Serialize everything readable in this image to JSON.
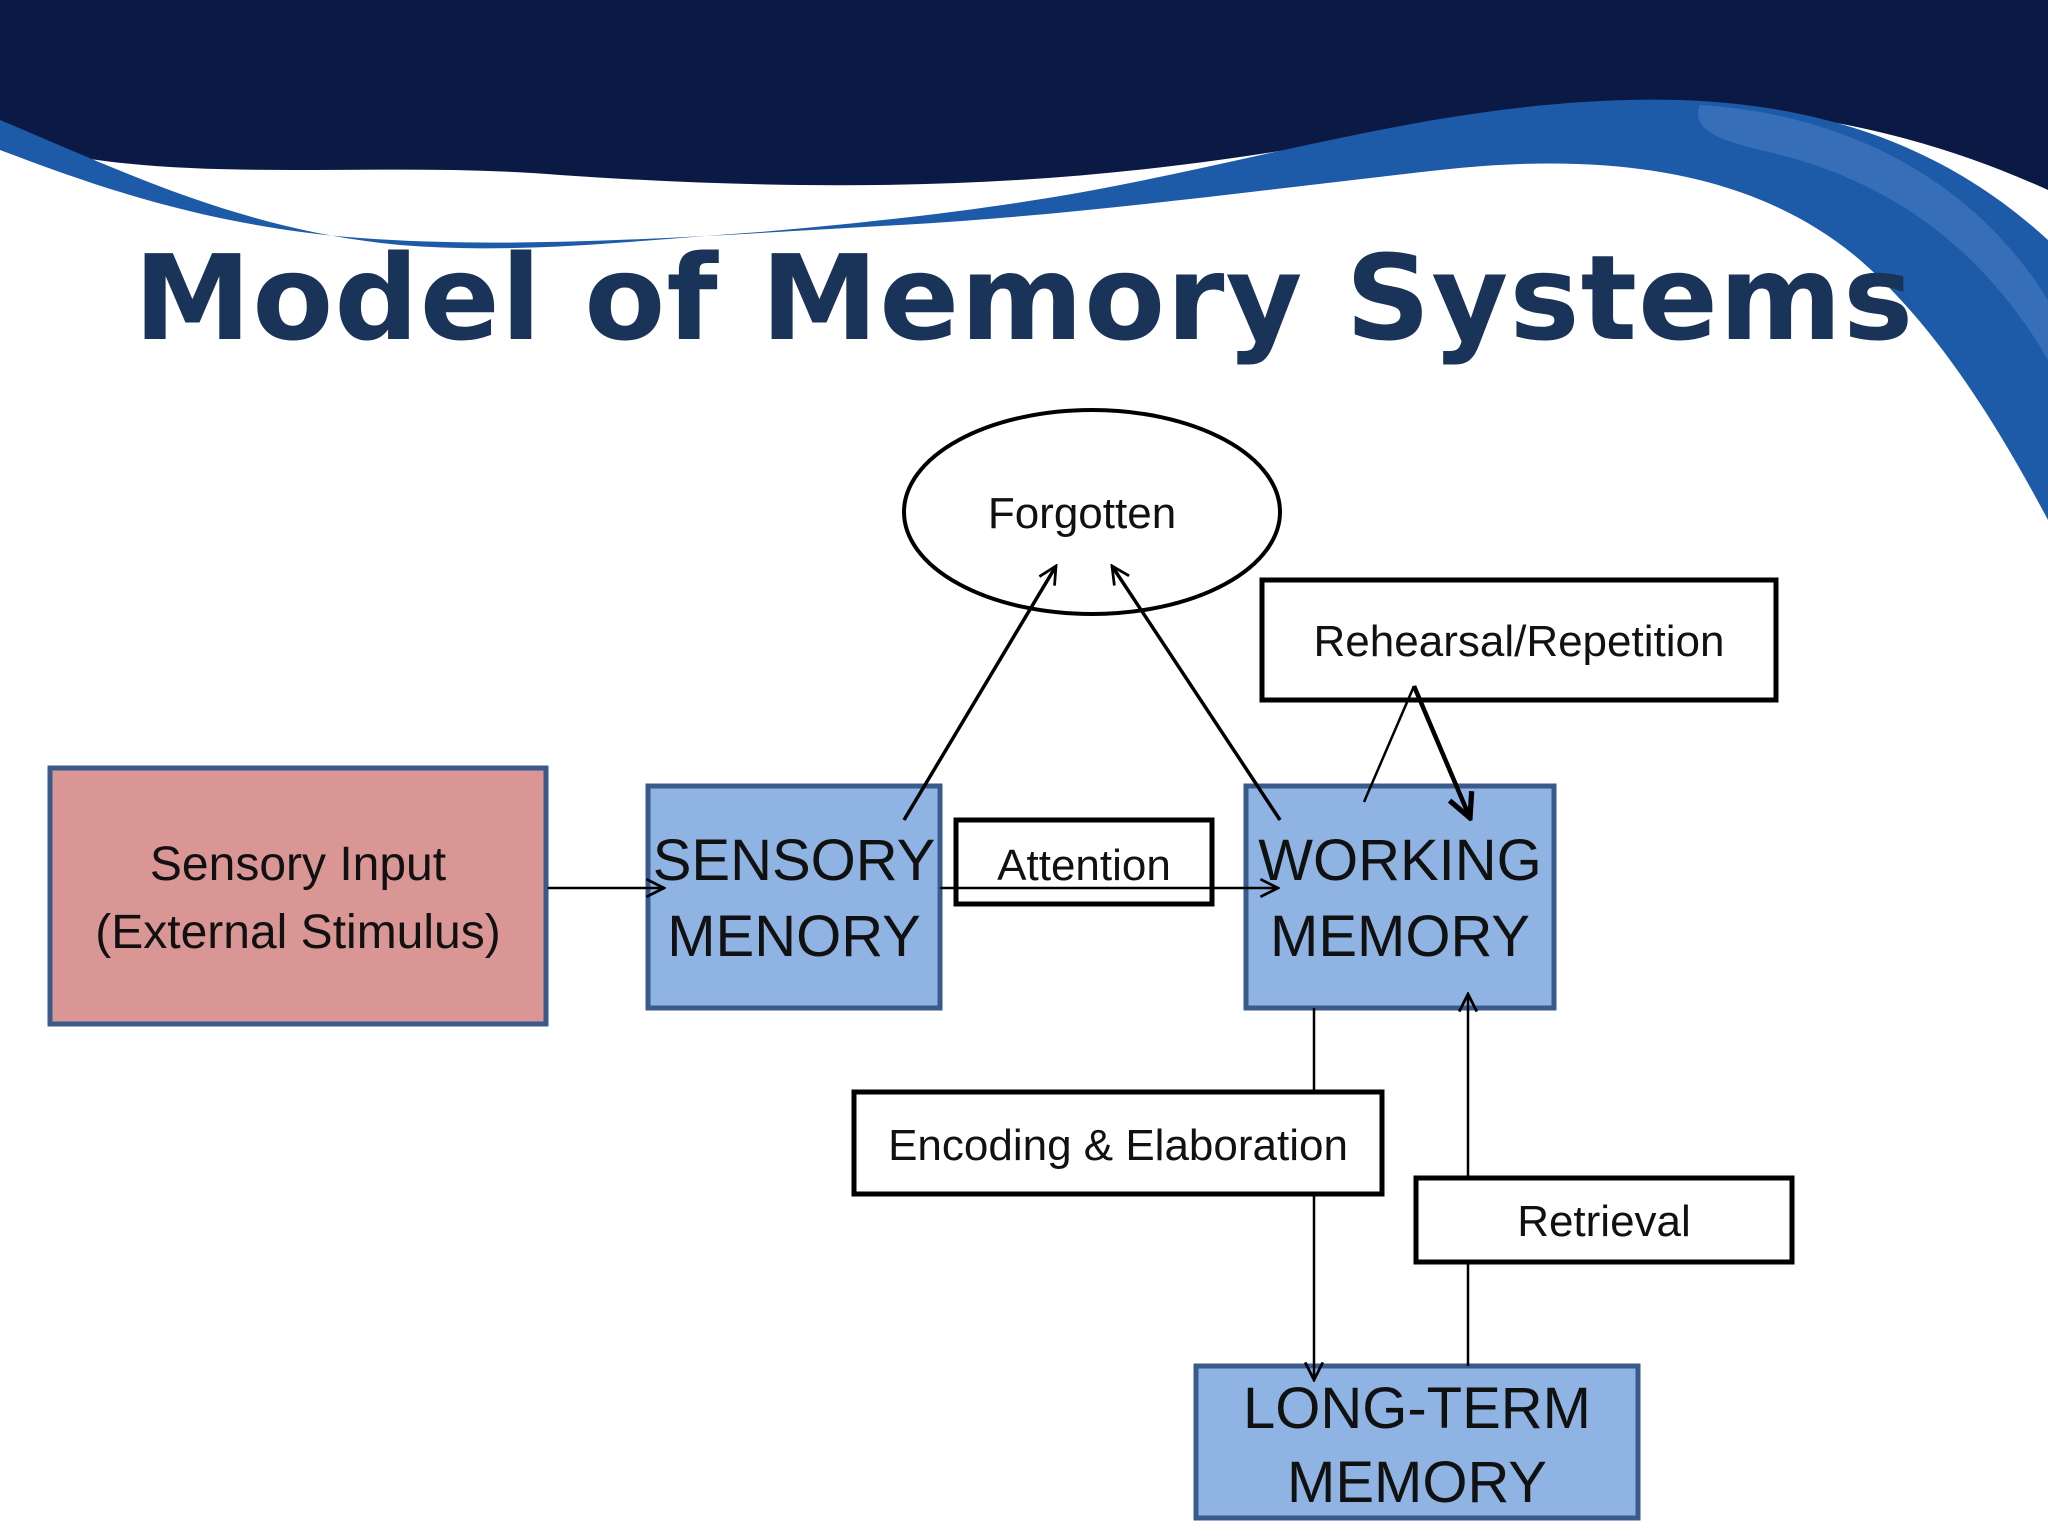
{
  "slide": {
    "title": "Model of Memory Systems"
  },
  "colors": {
    "title": "#1a3358",
    "wave_dark": "#0b1a45",
    "wave_blue": "#1d5aa8",
    "sensory_input_fill": "#d99694",
    "memory_fill": "#8fb4e3",
    "box_border": "#3a5a8c"
  },
  "diagram": {
    "forgotten": "Forgotten",
    "rehearsal": "Rehearsal/Repetition",
    "sensory_input": {
      "line1": "Sensory Input",
      "line2": "(External Stimulus)"
    },
    "sensory_memory": {
      "line1": "SENSORY",
      "line2": "MENORY"
    },
    "attention": "Attention",
    "working_memory": {
      "line1": "WORKING",
      "line2": "MEMORY"
    },
    "encoding": "Encoding & Elaboration",
    "retrieval": "Retrieval",
    "long_term_memory": {
      "line1": "LONG-TERM",
      "line2": "MEMORY"
    }
  }
}
